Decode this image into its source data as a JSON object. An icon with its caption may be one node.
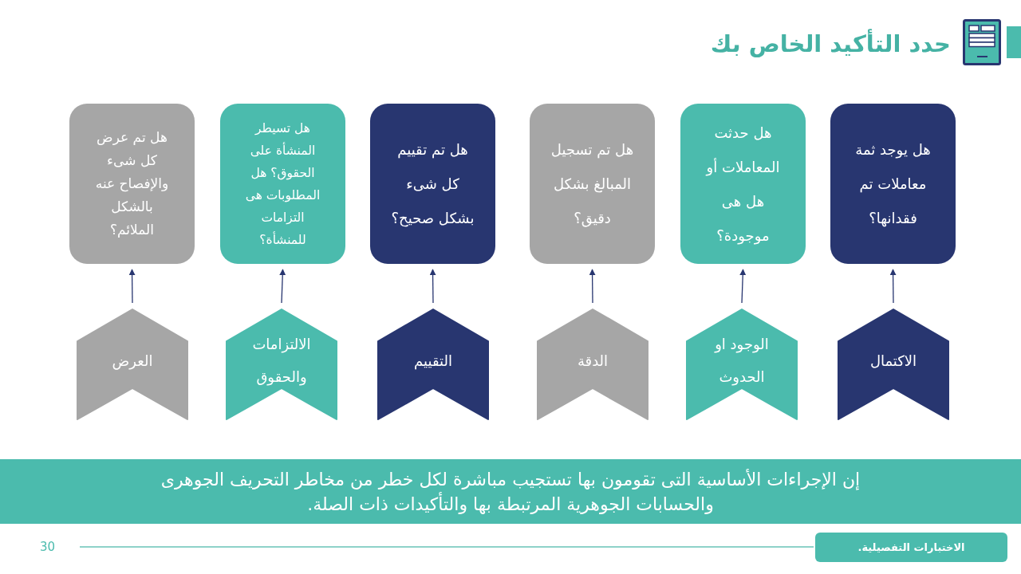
{
  "diagram": {
    "title": "حدد التأكيد الخاص بك",
    "nodes": [
      {
        "text": [
          "هل يوجد ثمة معاملات تم فقدانها؟"
        ]
      },
      {
        "text": [
          "هل حدثت المعاملات أو هل هى موجودة؟"
        ]
      },
      {
        "text": [
          "هل تم تسجيل المبالغ بشكل دقيق؟"
        ]
      },
      {
        "text": [
          "هل تم تقييم كل شىء بشكل صحيح؟"
        ]
      },
      {
        "text": [
          "هل تسيطر المنشأة على الحقوق؟ هل المطلوبات هى التزامات للمنشأة؟"
        ]
      },
      {
        "text": [
          "هل تم عرض كل شىء والإفصاح عنه بالشكل الملائم؟"
        ]
      },
      {
        "text": [
          "الاكتمال"
        ]
      },
      {
        "text": [
          "الوجود او الحدوث"
        ]
      },
      {
        "text": [
          "الدقة"
        ]
      },
      {
        "text": [
          "التقييم"
        ]
      },
      {
        "text": [
          "الالتزامات والحقوق"
        ]
      },
      {
        "text": [
          "العرض"
        ]
      },
      {
        "text": [
          "إن الإجراءات الأساسية التى تقومون بها تستجيب مباشرة لكل خطر من مخاطر التحريف الجوهرى والحسابات الجوهرية المرتبطة بها والتأكيدات ذات الصلة."
        ]
      },
      {
        "text": [
          "الاختبارات التفصيلية."
        ]
      }
    ],
    "edges": [
      {
        "from": 6,
        "to": 0,
        "arrow": "to"
      },
      {
        "from": 7,
        "to": 1,
        "arrow": "to"
      },
      {
        "from": 8,
        "to": 2,
        "arrow": "to"
      },
      {
        "from": 9,
        "to": 3,
        "arrow": "to"
      },
      {
        "from": 10,
        "to": 4,
        "arrow": "to"
      },
      {
        "from": 11,
        "to": 5,
        "arrow": "to"
      }
    ],
    "labels": [
      "30"
    ]
  }
}
